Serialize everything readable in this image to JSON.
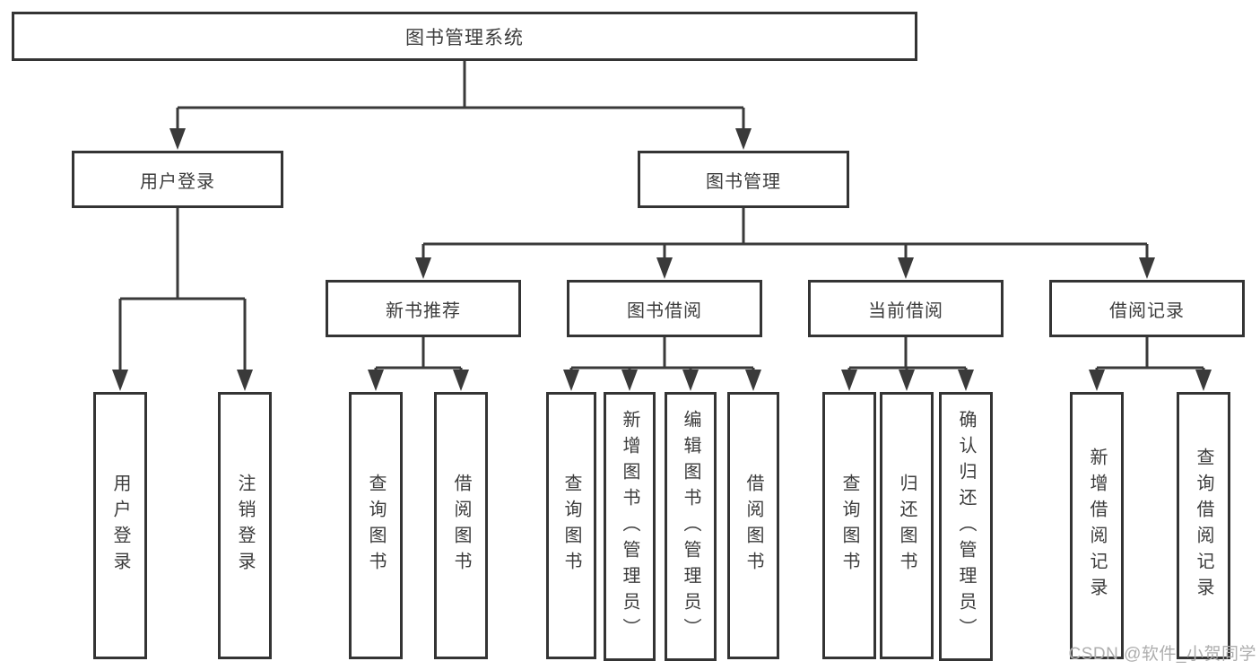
{
  "title": "图书管理系统",
  "level2": {
    "user_login": "用户登录",
    "book_mgmt": "图书管理"
  },
  "level3": {
    "new_books": "新书推荐",
    "book_borrow": "图书借阅",
    "current_borrow": "当前借阅",
    "borrow_records": "借阅记录"
  },
  "leaves": {
    "user_login": [
      "用户登录",
      "注销登录"
    ],
    "new_books": [
      "查询图书",
      "借阅图书"
    ],
    "book_borrow": [
      "查询图书",
      "新增图书（管理员）",
      "编辑图书（管理员）",
      "借阅图书"
    ],
    "current_borrow": [
      "查询图书",
      "归还图书",
      "确认归还（管理员）"
    ],
    "borrow_records": [
      "新增借阅记录",
      "查询借阅记录"
    ]
  },
  "watermark": "CSDN @软件_小贺同学",
  "colors": {
    "line": "#3a3a3a",
    "border": "#343434",
    "text": "#3c3c3c",
    "watermark": "#aeaeae"
  }
}
